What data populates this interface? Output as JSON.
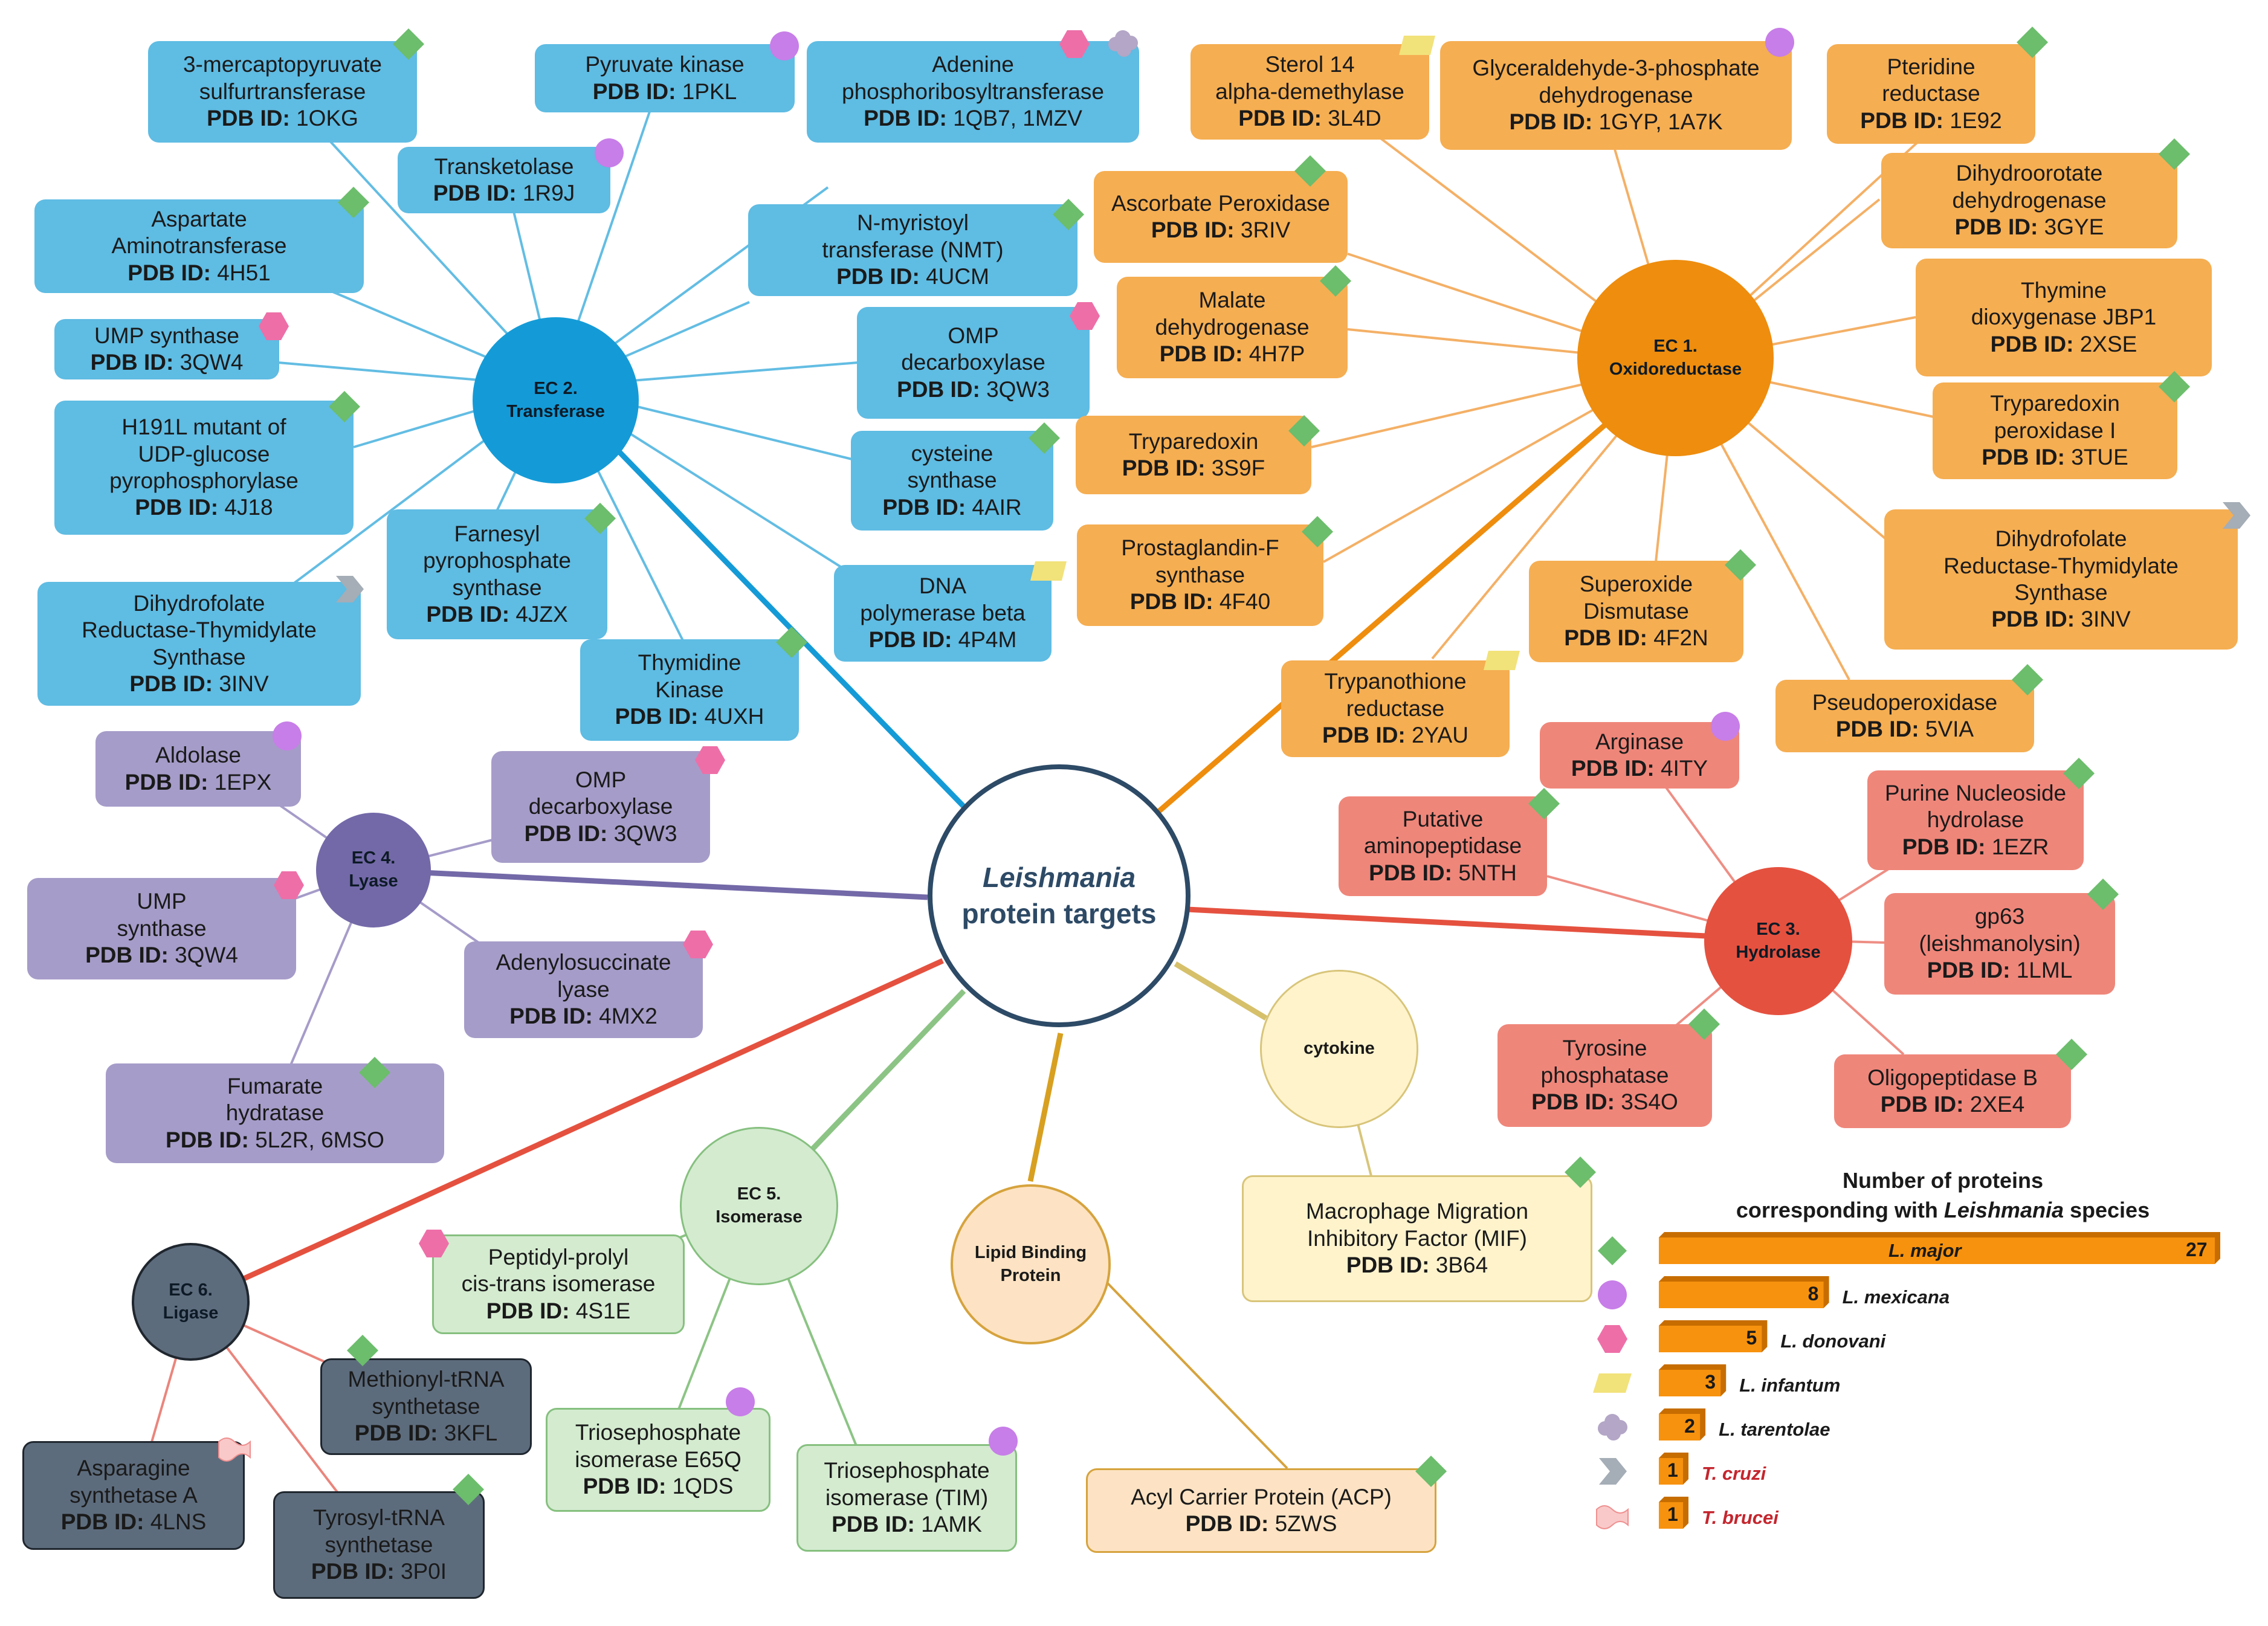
{
  "center": {
    "line1": "Leishmania",
    "line2": "protein targets"
  },
  "pdb_prefix": "PDB ID:",
  "hubs": {
    "ec1": {
      "label": "EC 1.\nOxidoreductase"
    },
    "ec2": {
      "label": "EC 2.\nTransferase"
    },
    "ec3": {
      "label": "EC 3.\nHydrolase"
    },
    "ec4": {
      "label": "EC 4.\nLyase"
    },
    "ec5": {
      "label": "EC 5.\nIsomerase"
    },
    "ec6": {
      "label": "EC 6.\nLigase"
    },
    "cytokine": {
      "label": "cytokine"
    },
    "lipid": {
      "label": "Lipid Binding\nProtein"
    }
  },
  "proteins": {
    "mercapto": {
      "name": "3-mercaptopyruvate\nsulfurtransferase",
      "pdb": "1OKG",
      "species": "L. major"
    },
    "pyruvate": {
      "name": "Pyruvate kinase",
      "pdb": "1PKL",
      "species": "L. mexicana"
    },
    "adenine": {
      "name": "Adenine\nphosphoribosyltransferase",
      "pdb": "1QB7, 1MZV",
      "species": "L. donovani / L. tarentolae"
    },
    "transketolase": {
      "name": "Transketolase",
      "pdb": "1R9J",
      "species": "L. mexicana"
    },
    "aspartate": {
      "name": "Aspartate\nAminotransferase",
      "pdb": "4H51",
      "species": "L. major"
    },
    "nmt": {
      "name": "N-myristoyl\ntransferase (NMT)",
      "pdb": "4UCM",
      "species": "L. major"
    },
    "ump_t": {
      "name": "UMP synthase",
      "pdb": "3QW4",
      "species": "L. donovani"
    },
    "omp_t": {
      "name": "OMP\ndecarboxylase",
      "pdb": "3QW3",
      "species": "L. donovani"
    },
    "h191l": {
      "name": "H191L mutant of\nUDP-glucose\npyrophosphorylase",
      "pdb": "4J18",
      "species": "L. major"
    },
    "cysteine": {
      "name": "cysteine\nsynthase",
      "pdb": "4AIR",
      "species": "L. major"
    },
    "farnesyl": {
      "name": "Farnesyl\npyrophosphate\nsynthase",
      "pdb": "4JZX",
      "species": "L. major"
    },
    "dhfr_t": {
      "name": "Dihydrofolate\nReductase-Thymidylate\nSynthase",
      "pdb": "3INV",
      "species": "T. cruzi"
    },
    "dna": {
      "name": "DNA\npolymerase beta",
      "pdb": "4P4M",
      "species": "L. infantum"
    },
    "thymidine": {
      "name": "Thymidine\nKinase",
      "pdb": "4UXH",
      "species": "L. major"
    },
    "sterol": {
      "name": "Sterol 14\nalpha-demethylase",
      "pdb": "3L4D",
      "species": "L. infantum"
    },
    "gapdh": {
      "name": "Glyceraldehyde-3-phosphate\ndehydrogenase",
      "pdb": "1GYP, 1A7K",
      "species": "L. mexicana"
    },
    "pteridine": {
      "name": "Pteridine\nreductase",
      "pdb": "1E92",
      "species": "L. major"
    },
    "ascorbate": {
      "name": "Ascorbate Peroxidase",
      "pdb": "3RIV",
      "species": "L. major"
    },
    "dhodh": {
      "name": "Dihydroorotate\ndehydrogenase",
      "pdb": "3GYE",
      "species": "L. major"
    },
    "malate": {
      "name": "Malate\ndehydrogenase",
      "pdb": "4H7P",
      "species": "L. major"
    },
    "jbp1": {
      "name": "Thymine\ndioxygenase JBP1",
      "pdb": "2XSE",
      "species": ""
    },
    "tryparedoxin": {
      "name": "Tryparedoxin",
      "pdb": "3S9F",
      "species": "L. major"
    },
    "txnpx": {
      "name": "Tryparedoxin\nperoxidase I",
      "pdb": "3TUE",
      "species": "L. major"
    },
    "pgf": {
      "name": "Prostaglandin-F\nsynthase",
      "pdb": "4F40",
      "species": "L. major"
    },
    "sod": {
      "name": "Superoxide\nDismutase",
      "pdb": "4F2N",
      "species": "L. major"
    },
    "dhfr_o": {
      "name": "Dihydrofolate\nReductase-Thymidylate\nSynthase",
      "pdb": "3INV",
      "species": "T. cruzi"
    },
    "trypanothione": {
      "name": "Trypanothione\nreductase",
      "pdb": "2YAU",
      "species": "L. infantum"
    },
    "pseudo": {
      "name": "Pseudoperoxidase",
      "pdb": "5VIA",
      "species": "L. major"
    },
    "arginase": {
      "name": "Arginase",
      "pdb": "4ITY",
      "species": "L. mexicana"
    },
    "purine": {
      "name": "Purine Nucleoside\nhydrolase",
      "pdb": "1EZR",
      "species": "L. major"
    },
    "putative": {
      "name": "Putative\naminopeptidase",
      "pdb": "5NTH",
      "species": "L. major"
    },
    "gp63": {
      "name": "gp63\n(leishmanolysin)",
      "pdb": "1LML",
      "species": "L. major"
    },
    "tyrosine_p": {
      "name": "Tyrosine\nphosphatase",
      "pdb": "3S4O",
      "species": "L. major"
    },
    "oligo": {
      "name": "Oligopeptidase B",
      "pdb": "2XE4",
      "species": "L. major"
    },
    "aldolase": {
      "name": "Aldolase",
      "pdb": "1EPX",
      "species": "L. mexicana"
    },
    "omp_l": {
      "name": "OMP\ndecarboxylase",
      "pdb": "3QW3",
      "species": "L. donovani"
    },
    "ump_l": {
      "name": "UMP\nsynthase",
      "pdb": "3QW4",
      "species": "L. donovani"
    },
    "adenylo": {
      "name": "Adenylosuccinate\nlyase",
      "pdb": "4MX2",
      "species": "L. donovani"
    },
    "fumarate": {
      "name": "Fumarate\nhydratase",
      "pdb": "5L2R, 6MSO",
      "species": "L. major"
    },
    "ppi": {
      "name": "Peptidyl-prolyl\ncis-trans isomerase",
      "pdb": "4S1E",
      "species": "L. donovani"
    },
    "tim_e65q": {
      "name": "Triosephosphate\nisomerase E65Q",
      "pdb": "1QDS",
      "species": "L. mexicana"
    },
    "tim": {
      "name": "Triosephosphate\nisomerase (TIM)",
      "pdb": "1AMK",
      "species": "L. mexicana"
    },
    "met_trna": {
      "name": "Methionyl-tRNA\nsynthetase",
      "pdb": "3KFL",
      "species": "L. major"
    },
    "asn": {
      "name": "Asparagine\nsynthetase A",
      "pdb": "4LNS",
      "species": "T. brucei"
    },
    "tyr_trna": {
      "name": "Tyrosyl-tRNA\nsynthetase",
      "pdb": "3P0I",
      "species": "L. major"
    },
    "mif": {
      "name": "Macrophage Migration\nInhibitory Factor (MIF)",
      "pdb": "3B64",
      "species": "L. major"
    },
    "acp": {
      "name": "Acyl Carrier Protein (ACP)",
      "pdb": "5ZWS",
      "species": "L. major"
    }
  },
  "legend": {
    "title_line1": "Number of proteins",
    "title_line2_pre": "corresponding with ",
    "title_line2_italic": "Leishmania",
    "title_line2_post": " species"
  },
  "chart_data": {
    "type": "bar",
    "orientation": "horizontal",
    "categories": [
      "L. major",
      "L. mexicana",
      "L. donovani",
      "L. infantum",
      "L. tarentolae",
      "T. cruzi",
      "T. brucei"
    ],
    "values": [
      27,
      8,
      5,
      3,
      2,
      1,
      1
    ],
    "marker_shapes": [
      "diamond",
      "circle",
      "hexagon",
      "parallelogram",
      "cloud",
      "chevron",
      "wave"
    ],
    "marker_colors": [
      "#6cbd6c",
      "#c77ee8",
      "#ee6fa8",
      "#f2e27a",
      "#b3a6c6",
      "#a5adb6",
      "#f9c9c9"
    ],
    "bar_color": "#f7920e",
    "label_colors": [
      "#1a1a1a",
      "#1a1a1a",
      "#1a1a1a",
      "#1a1a1a",
      "#1a1a1a",
      "#c4262e",
      "#c4262e"
    ]
  },
  "colors": {
    "transferase": "#149bd7",
    "oxidoreductase": "#ee8d0e",
    "hydrolase": "#e5513f",
    "lyase": "#7369a8",
    "isomerase": "#d4ebd0",
    "ligase": "#5d6c7d",
    "cytokine": "#fff3cc",
    "lipid": "#fde3c3",
    "center_border": "#2d4a66"
  }
}
